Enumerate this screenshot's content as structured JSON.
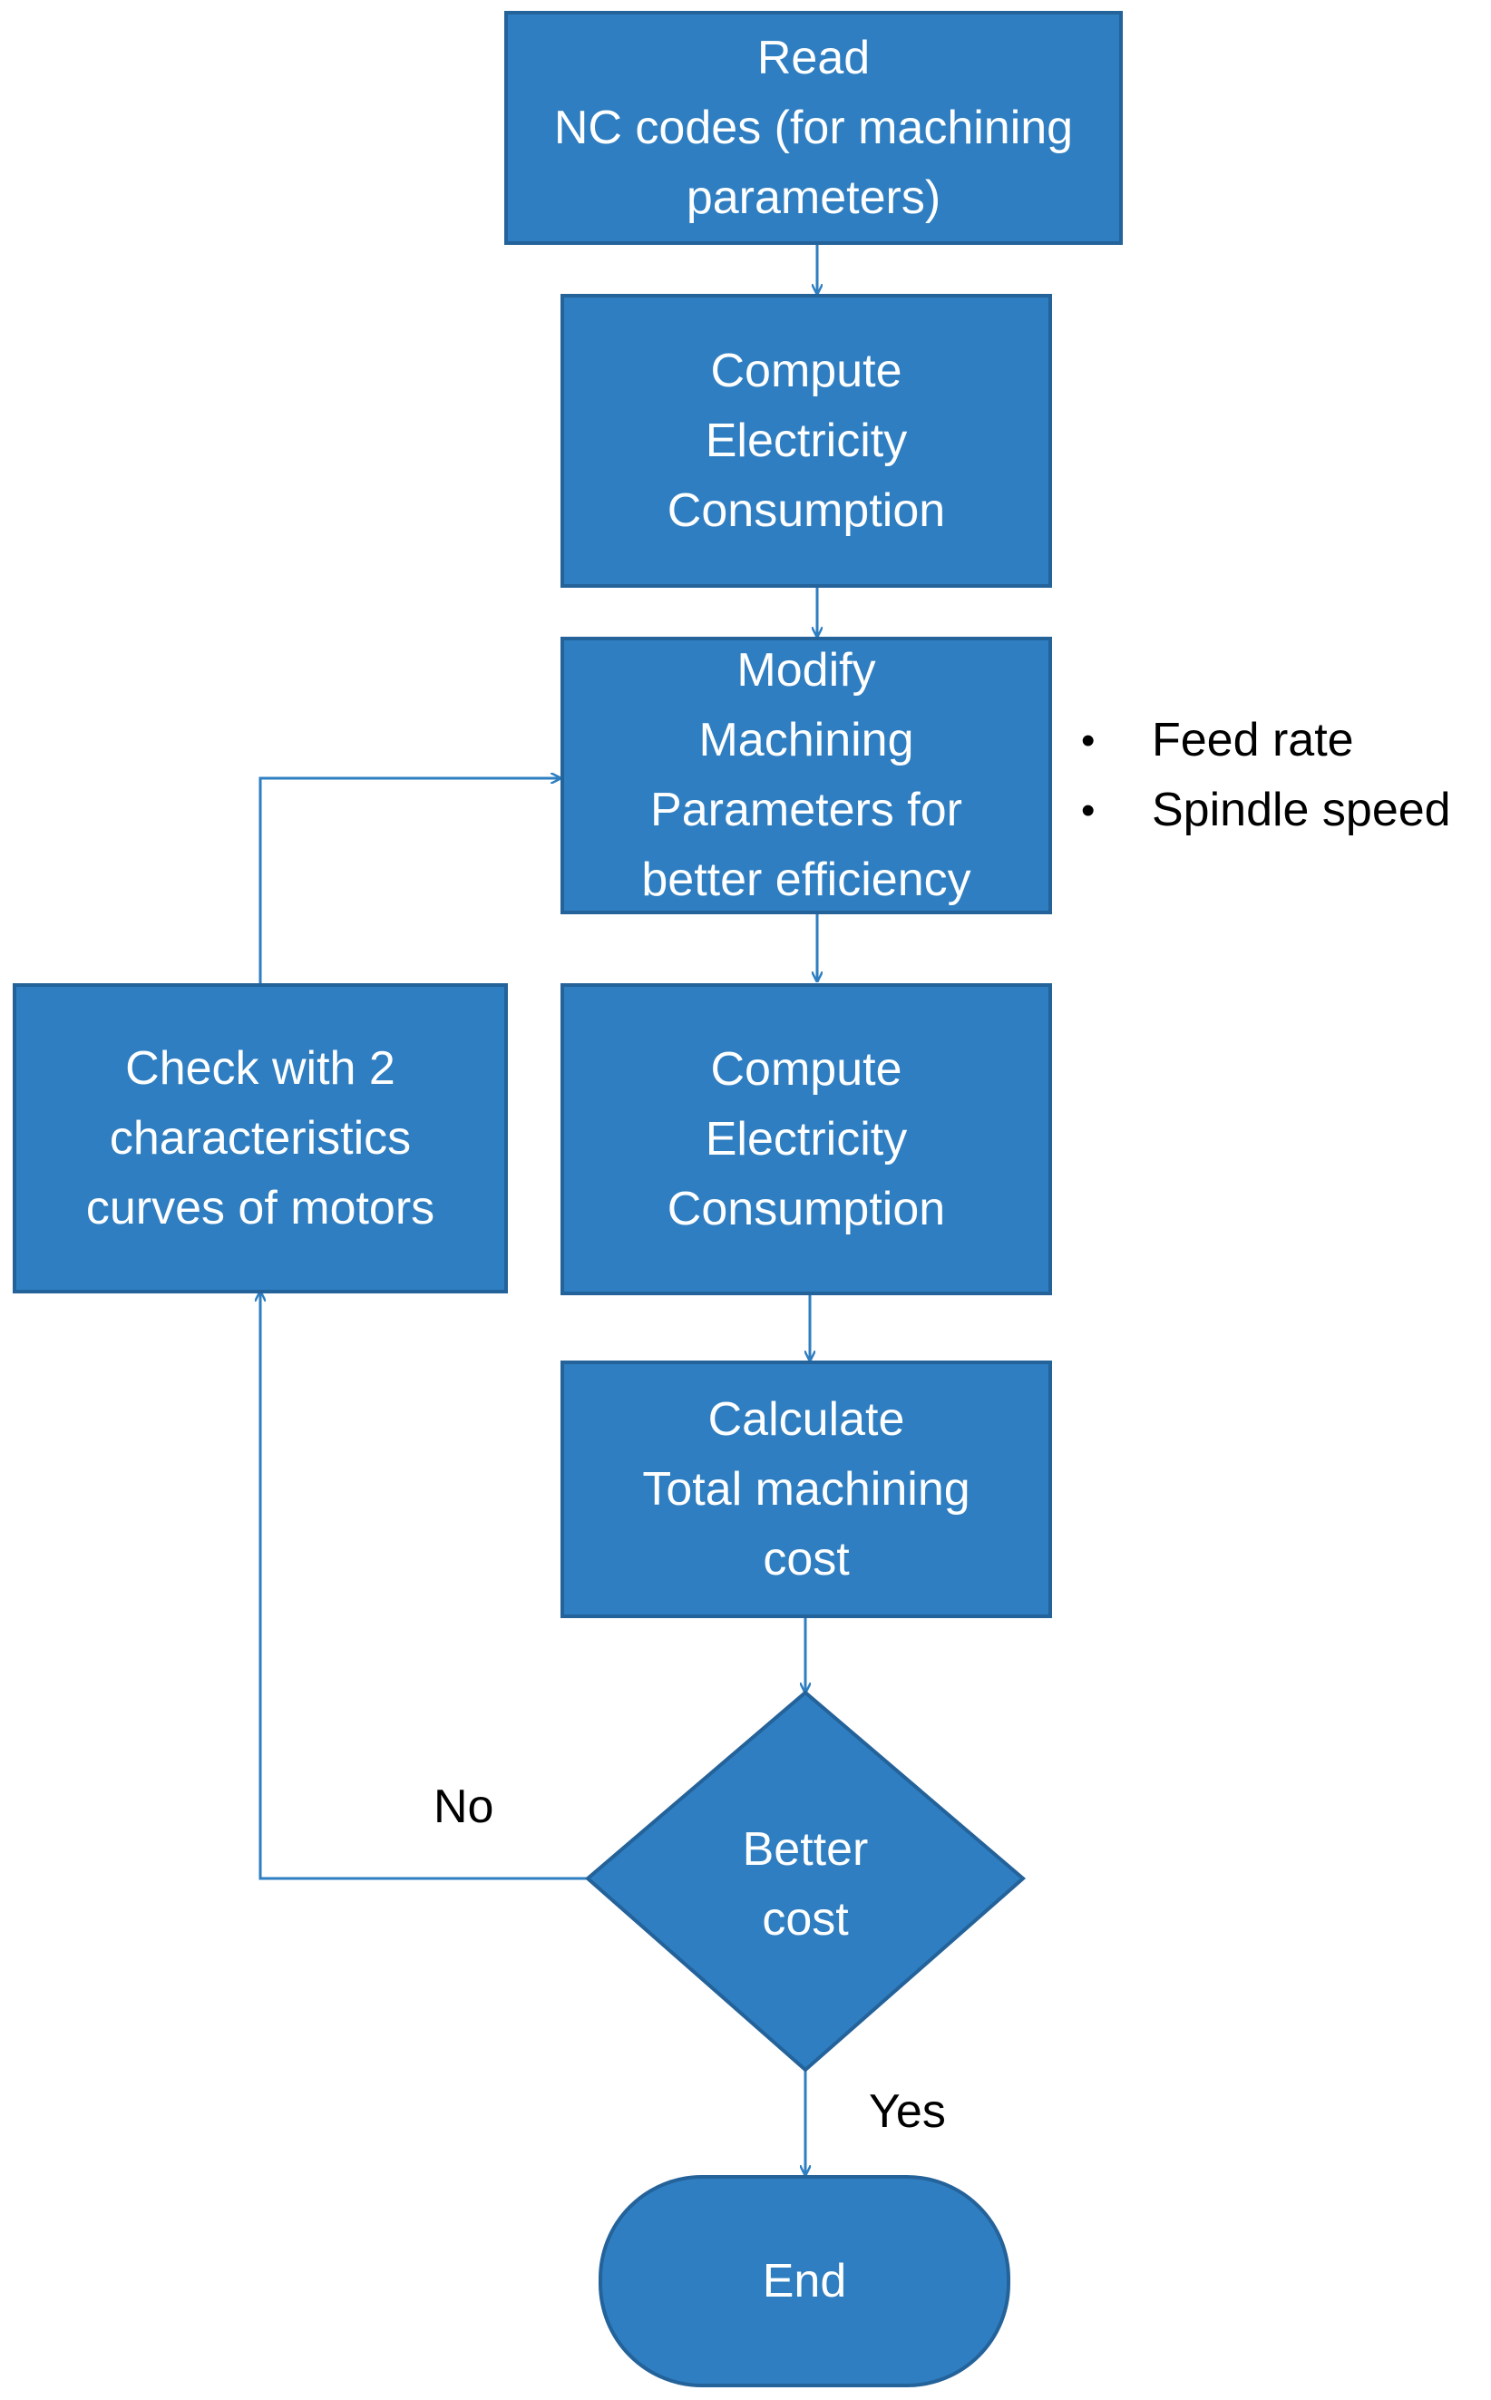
{
  "diagram": {
    "nodes": {
      "read_nc": {
        "lines": [
          "Read",
          "NC codes (for machining",
          "parameters)"
        ]
      },
      "compute_1": {
        "lines": [
          "Compute",
          "Electricity",
          "Consumption"
        ]
      },
      "modify": {
        "lines": [
          "Modify",
          "Machining",
          "Parameters for",
          "better efficiency"
        ]
      },
      "compute_2": {
        "lines": [
          "Compute",
          "Electricity",
          "Consumption"
        ]
      },
      "check": {
        "lines": [
          "Check with 2",
          "characteristics",
          "curves of motors"
        ]
      },
      "calculate": {
        "lines": [
          "Calculate",
          "Total machining",
          "cost"
        ]
      },
      "decision": {
        "lines": [
          "Better",
          "cost"
        ]
      },
      "end": {
        "label": "End"
      }
    },
    "edge_labels": {
      "no": "No",
      "yes": "Yes"
    },
    "bullets": [
      "Feed rate",
      "Spindle speed"
    ],
    "colors": {
      "fill": "#2e7ec1",
      "border": "#24629a",
      "connector": "#2e7ec1",
      "text": "#ffffff"
    }
  }
}
